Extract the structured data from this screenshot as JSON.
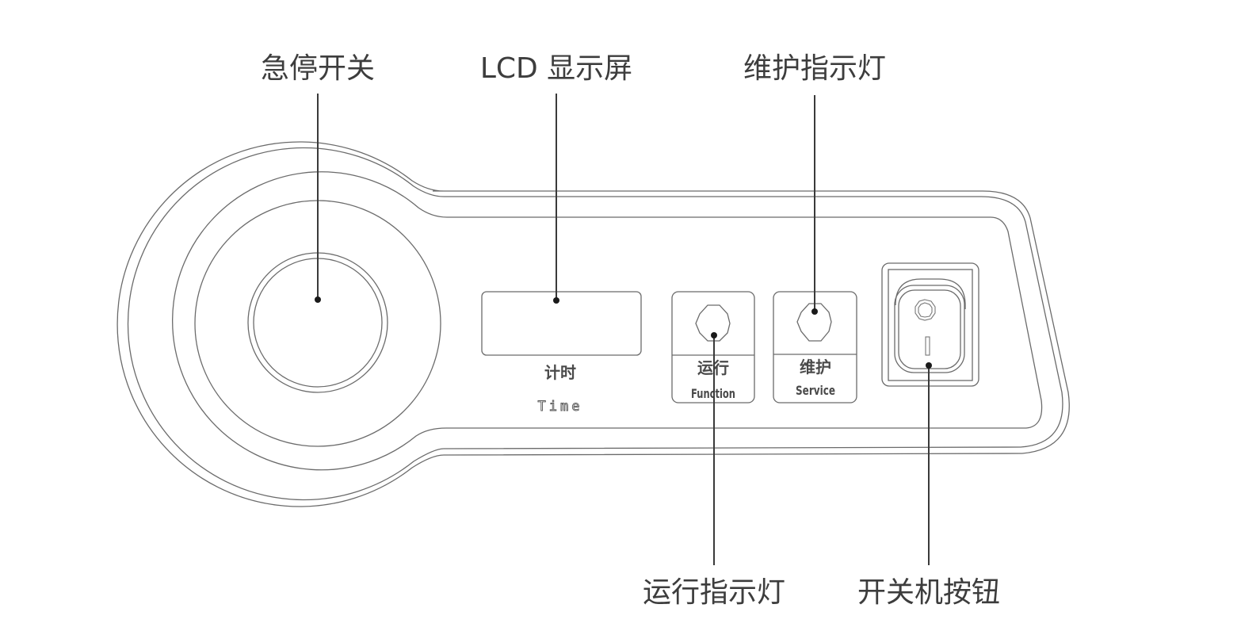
{
  "diagram": {
    "type": "control-panel-callout-diagram",
    "callouts": {
      "emergency_stop": "急停开关",
      "lcd_display": "LCD 显示屏",
      "service_indicator": "维护指示灯",
      "function_indicator": "运行指示灯",
      "power_switch": "开关机按钮"
    },
    "panel_labels": {
      "timer_cn": "计时",
      "timer_en": "Time",
      "function_cn": "运行",
      "function_en": "Function",
      "service_cn": "维护",
      "service_en": "Service"
    },
    "colors": {
      "line": "#6b6b6b",
      "leader": "#3a3a3a",
      "text": "#3d3d3d",
      "background": "#ffffff"
    }
  }
}
